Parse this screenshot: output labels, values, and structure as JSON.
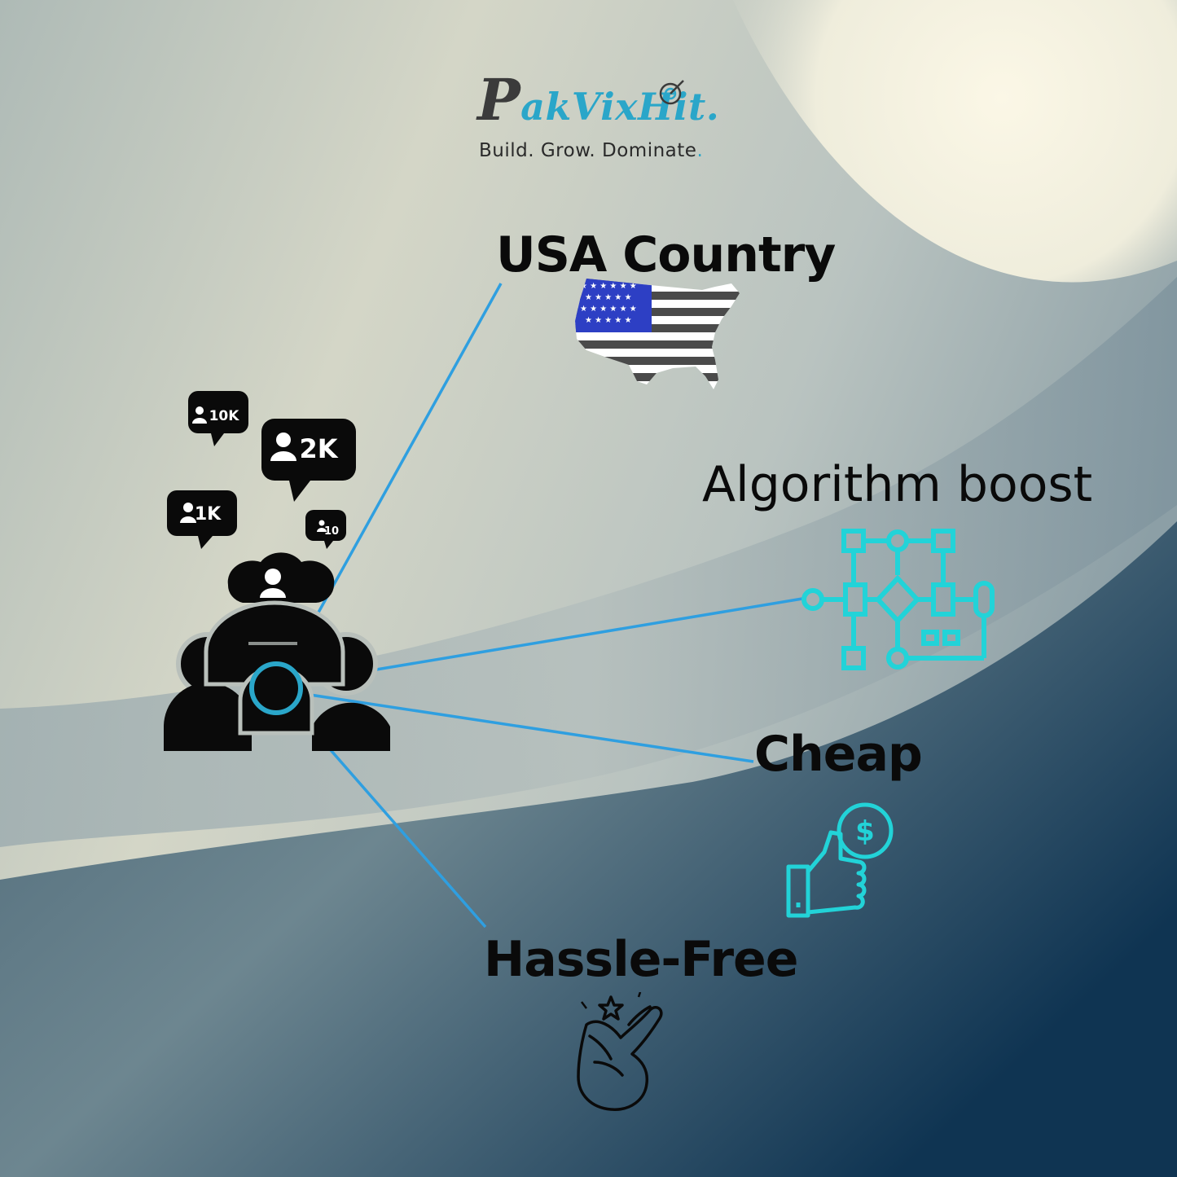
{
  "brand": {
    "initial": "P",
    "name_rest": "akVixHit.",
    "tagline": "Build. Grow. Dominate",
    "tagline_end": ".",
    "accent_color": "#2aa6c9"
  },
  "hub": {
    "icon": "audience-group-icon",
    "badges": [
      {
        "label": "10K",
        "icon": "follower-badge-icon"
      },
      {
        "label": "2K",
        "icon": "follower-badge-icon"
      },
      {
        "label": "1K",
        "icon": "follower-badge-icon"
      },
      {
        "label": "10",
        "icon": "follower-badge-icon"
      }
    ],
    "connector_color": "#2f9fe0"
  },
  "features": [
    {
      "label": "USA Country",
      "icon": "usa-flag-map-icon"
    },
    {
      "label": "Algorithm boost",
      "icon": "flowchart-algorithm-icon"
    },
    {
      "label": "Cheap",
      "icon": "thumbs-up-dollar-icon"
    },
    {
      "label": "Hassle-Free",
      "icon": "finger-snap-icon"
    }
  ],
  "colors": {
    "icon_cyan": "#22d3d8",
    "text": "#0a0a0a"
  }
}
